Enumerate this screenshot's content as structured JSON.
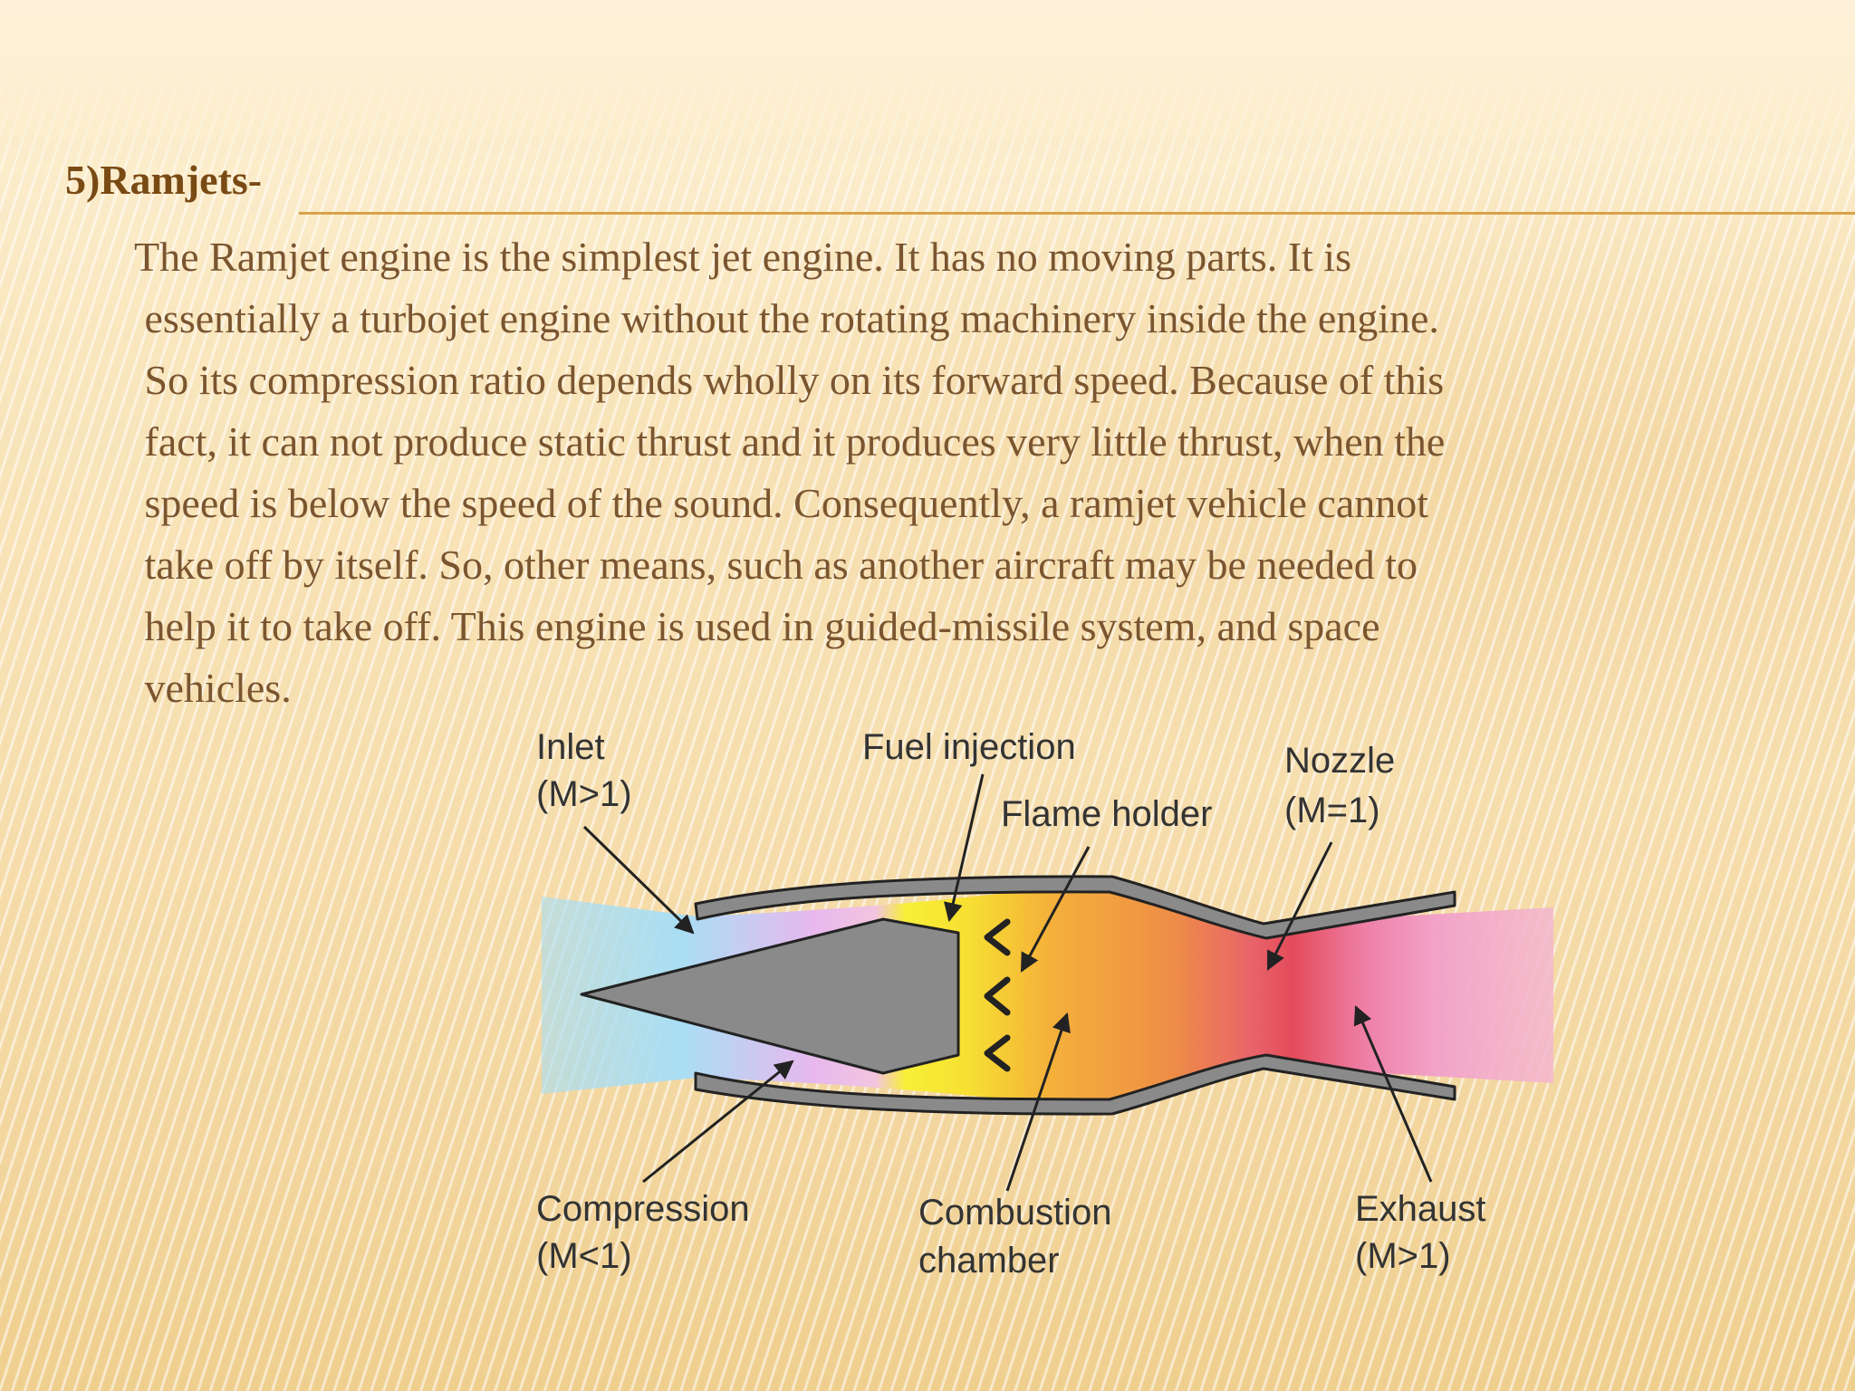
{
  "heading": "5)Ramjets-",
  "paragraph": "The Ramjet engine is the simplest jet engine. It has no moving parts. It is\n essentially a turbojet engine without the rotating machinery inside the engine.\n So its compression ratio depends wholly on its forward speed. Because of this\n fact, it can not produce static thrust and it produces very little thrust, when the\n speed is below the speed of the sound. Consequently, a ramjet vehicle cannot\n take off by itself. So, other means, such as another aircraft may be needed to\n help it to take off. This engine is used in guided-missile system, and space\n vehicles.",
  "diagram": {
    "labels": {
      "inlet": [
        "Inlet",
        "(M>1)"
      ],
      "fuel_injection": [
        "Fuel injection"
      ],
      "flame_holder": [
        "Flame holder"
      ],
      "nozzle": [
        "Nozzle",
        "(M=1)"
      ],
      "compression": [
        "Compression",
        "(M<1)"
      ],
      "combustion": [
        "Combustion",
        "chamber"
      ],
      "exhaust": [
        "Exhaust",
        "(M>1)"
      ]
    },
    "colors": {
      "inlet_flow": "#a9def4",
      "compression_flow": "#e8b8ee",
      "combustion_start": "#f7ef38",
      "combustion_mid": "#f0a040",
      "nozzle_flow": "#e8505a",
      "exhaust_flow": "#f2a3c8",
      "engine_body": "#8a8a8a",
      "outline": "#222222",
      "heading_color": "#7a4a14",
      "text_color": "#7a5530",
      "rule_color": "#d9a24a"
    }
  }
}
